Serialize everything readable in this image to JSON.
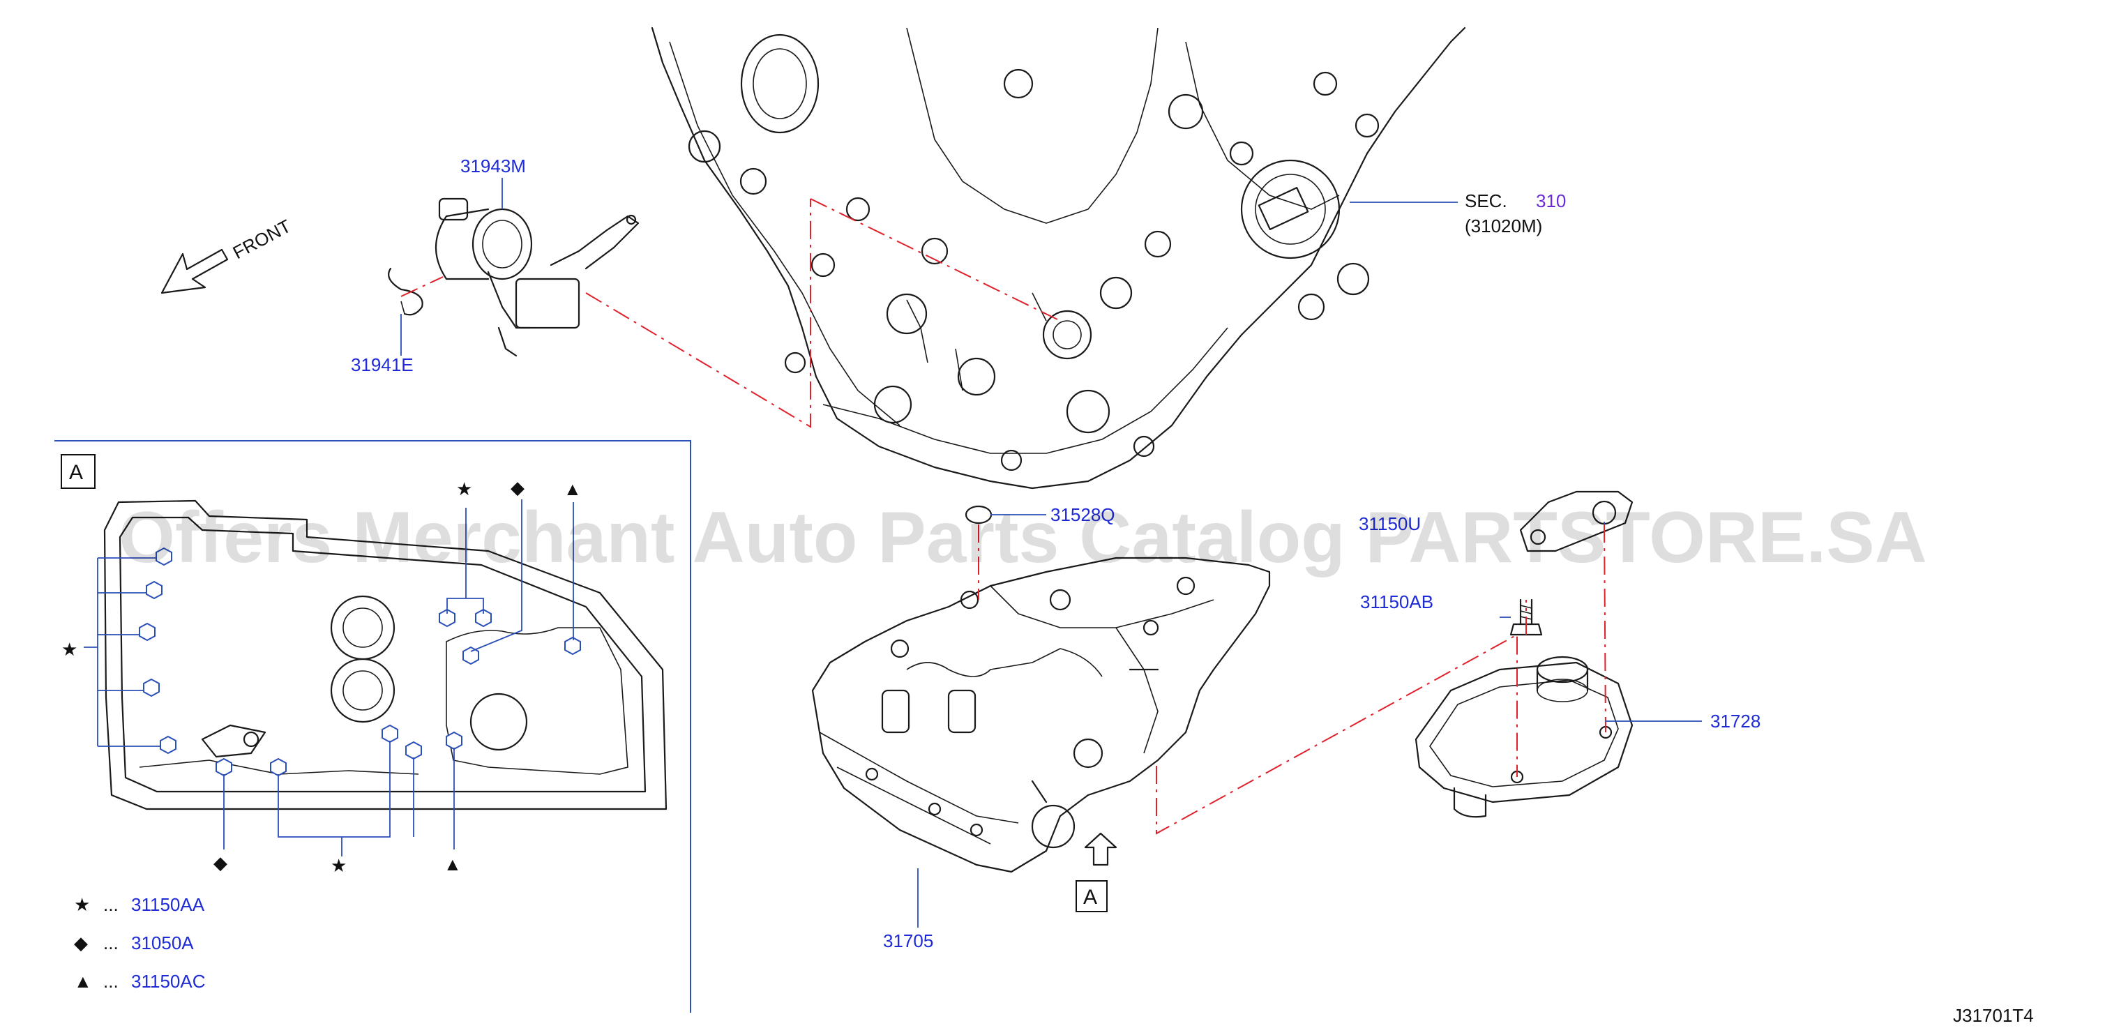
{
  "diagram_code": "J31701T4",
  "watermark": "Offers Merchant Auto Parts Catalog PARTSTORE.SA",
  "front_label": "FRONT",
  "section_ref": {
    "prefix": "SEC.",
    "number": "310",
    "part": "(31020M)"
  },
  "view_label": "A",
  "parts": {
    "solenoid": "31943M",
    "clip": "31941E",
    "o_ring": "31528Q",
    "upper_bracket": "31150U",
    "bolt": "31150AB",
    "strainer": "31728",
    "control_valve": "31705"
  },
  "legend": [
    {
      "symbol": "★",
      "code": "31150AA"
    },
    {
      "symbol": "◆",
      "code": "31050A"
    },
    {
      "symbol": "▲",
      "code": "31150AC"
    }
  ],
  "legend_prefix": "...",
  "colors": {
    "label": "#1e2bd6",
    "leader": "#2b4fb8",
    "phantom_line": "#e0202a",
    "section_number": "#6a2bd6"
  }
}
